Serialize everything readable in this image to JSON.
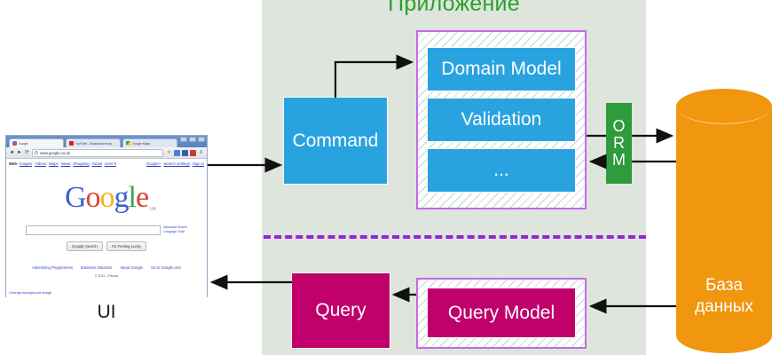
{
  "diagram": {
    "title": "Приложение",
    "panel_color": "#dde5dc",
    "title_color": "#2ba02b",
    "divider_color": "#9922dd"
  },
  "write_side": {
    "command_label": "Command",
    "container_items": [
      {
        "label": "Domain Model"
      },
      {
        "label": "Validation"
      },
      {
        "label": "..."
      }
    ]
  },
  "read_side": {
    "query_label": "Query",
    "query_model_label": "Query Model"
  },
  "orm": {
    "letters": [
      "O",
      "R",
      "M"
    ],
    "color": "#2e9b3c"
  },
  "database": {
    "label_line1": "База",
    "label_line2": "данных",
    "color": "#f0960f"
  },
  "ui": {
    "label": "UI"
  },
  "browser": {
    "tabs": [
      {
        "title": "Google"
      },
      {
        "title": "YouTube - Broadcast Yours..."
      },
      {
        "title": "Google Maps"
      }
    ],
    "nav": {
      "back": "◄",
      "forward": "►",
      "reload": "⟳"
    },
    "url": "www.google.co.uk",
    "window_controls": [
      "minimize",
      "maximize",
      "close"
    ],
    "toolbar_links_left": [
      "Web",
      "Images",
      "Videos",
      "Maps",
      "News",
      "Shopping",
      "Gmail",
      "more ▾"
    ],
    "toolbar_links_right": [
      "Google+",
      "Search settings",
      "Sign in"
    ],
    "logo": {
      "letters": [
        "G",
        "o",
        "o",
        "g",
        "l",
        "e"
      ],
      "region_tag": "UK"
    },
    "search_placeholder": "",
    "search_value": "",
    "advanced_links": [
      "Advanced Search",
      "Language Tools"
    ],
    "buttons": [
      "Google Search",
      "I'm Feeling Lucky"
    ],
    "footer_links": [
      "Advertising Programmes",
      "Business Solutions",
      "About Google",
      "Go to Google.com"
    ],
    "copyright": "© 2011 - Privacy",
    "change_background": "Change background image"
  }
}
